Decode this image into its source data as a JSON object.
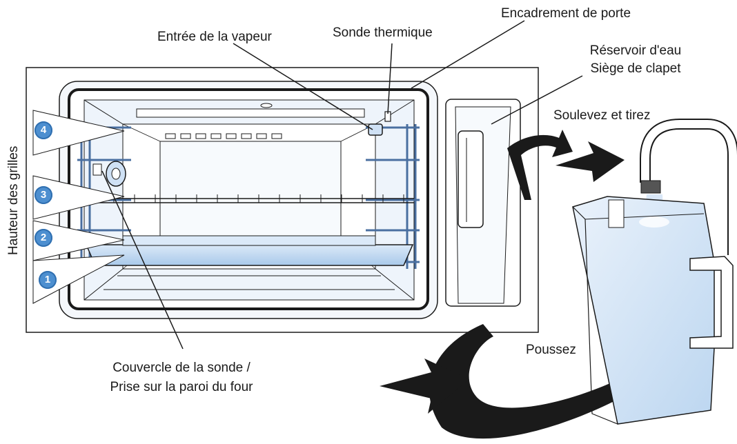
{
  "labels": {
    "encadrement_porte": "Encadrement de porte",
    "sonde_thermique": "Sonde thermique",
    "entree_vapeur": "Entrée de la vapeur",
    "reservoir_eau": "Réservoir d'eau",
    "siege_clapet": "Siège de clapet",
    "soulevez_tirez": "Soulevez et tirez",
    "poussez": "Poussez",
    "couvercle_sonde": "Couvercle de la sonde /",
    "prise_paroi": "Prise sur la paroi du four",
    "hauteur_grilles": "Hauteur des grilles"
  },
  "shelf_levels": [
    "4",
    "3",
    "2",
    "1"
  ],
  "colors": {
    "badge": "#4d8fd0",
    "water": "#cfe1f5",
    "outline": "#1a1a1a"
  }
}
